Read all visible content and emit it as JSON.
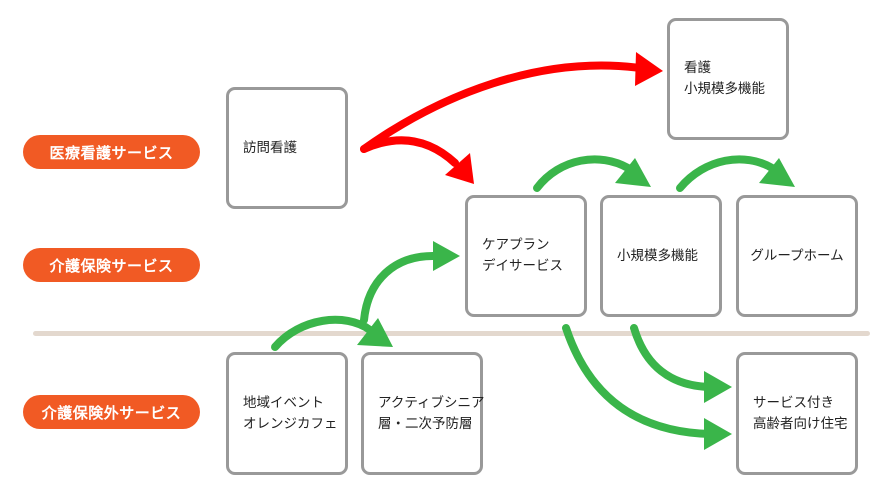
{
  "categories": [
    {
      "id": "medical",
      "label": "医療看護サービス"
    },
    {
      "id": "care-insurance",
      "label": "介護保険サービス"
    },
    {
      "id": "non-insurance",
      "label": "介護保険外サービス"
    }
  ],
  "boxes": {
    "home_nursing": {
      "lines": [
        "訪問看護"
      ]
    },
    "nursing_multifunction": {
      "lines": [
        "看護",
        "小規模多機能"
      ]
    },
    "care_plan_day": {
      "lines": [
        "ケアプラン",
        "デイサービス"
      ]
    },
    "small_multifunction": {
      "lines": [
        "小規模多機能"
      ]
    },
    "group_home": {
      "lines": [
        "グループホーム"
      ]
    },
    "community_event": {
      "lines": [
        "地域イベント",
        "オレンジカフェ"
      ]
    },
    "active_senior": {
      "lines": [
        "アクティブシニア",
        "層・二次予防層"
      ]
    },
    "senior_housing": {
      "lines": [
        "サービス付き",
        "高齢者向け住宅"
      ]
    }
  },
  "colors": {
    "category_pill": "#f15a24",
    "medical_arrow": "#ff0000",
    "care_arrow": "#3ab54a",
    "box_border": "#999999",
    "divider": "#e3d8ce"
  },
  "flows": [
    {
      "from": "home_nursing",
      "to": "nursing_multifunction",
      "type": "medical"
    },
    {
      "from": "home_nursing",
      "to": "care_plan_day",
      "type": "medical"
    },
    {
      "from": "care_plan_day",
      "to": "small_multifunction",
      "type": "care"
    },
    {
      "from": "small_multifunction",
      "to": "group_home",
      "type": "care"
    },
    {
      "from": "community_event",
      "to": "active_senior",
      "type": "care"
    },
    {
      "from": "active_senior",
      "to": "care_plan_day",
      "type": "care"
    },
    {
      "from": "care_plan_day",
      "to": "senior_housing",
      "type": "care"
    },
    {
      "from": "small_multifunction",
      "to": "senior_housing",
      "type": "care"
    }
  ]
}
